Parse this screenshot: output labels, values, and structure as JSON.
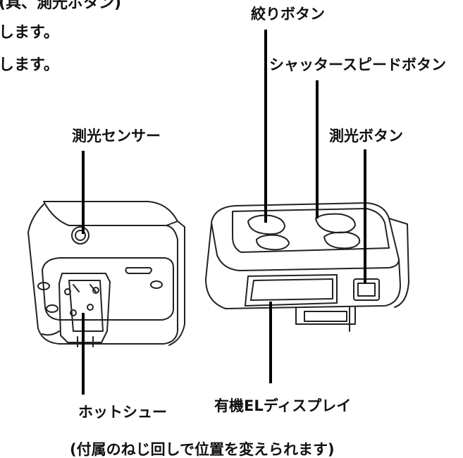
{
  "fragments": {
    "top": "(具、測光ボタン)",
    "line1": "します。",
    "line2": "します。"
  },
  "callouts": {
    "aperture_button": "絞りボタン",
    "shutter_speed_button": "シャッタースピードボタン",
    "metering_sensor": "測光センサー",
    "metering_button": "測光ボタン",
    "oled_display": "有機ELディスプレイ",
    "hot_shoe": "ホットシュー"
  },
  "caption": "(付属のねじ回しで位置を変えられます)",
  "colors": {
    "ink": "#111111",
    "paper": "#ffffff"
  }
}
